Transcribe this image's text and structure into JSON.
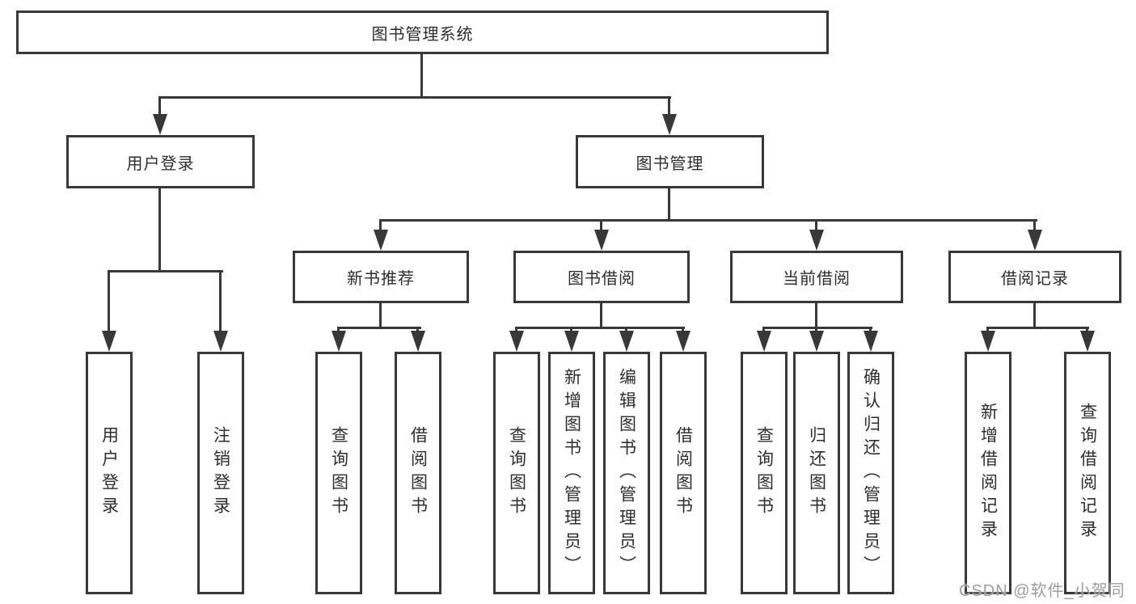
{
  "diagram": {
    "title": "图书管理系统",
    "watermark": "CSDN @软件_小贺同学",
    "colors": {
      "line": "#383838",
      "box_border": "#383838",
      "text": "#2d2d2d",
      "watermark": "#9e9e9e",
      "background": "#ffffff"
    },
    "root": {
      "label": "图书管理系统"
    },
    "level2": [
      {
        "label": "用户登录"
      },
      {
        "label": "图书管理"
      }
    ],
    "level3": [
      {
        "label": "新书推荐"
      },
      {
        "label": "图书借阅"
      },
      {
        "label": "当前借阅"
      },
      {
        "label": "借阅记录"
      }
    ],
    "leaves": {
      "user_login": [
        "用户登录",
        "注销登录"
      ],
      "new_book": [
        "查询图书",
        "借阅图书"
      ],
      "book_borrow": [
        "查询图书",
        "新增图书（管理员）",
        "编辑图书（管理员）",
        "借阅图书"
      ],
      "current_borrow": [
        "查询图书",
        "归还图书",
        "确认归还（管理员）"
      ],
      "borrow_records": [
        "新增借阅记录",
        "查询借阅记录"
      ]
    }
  }
}
